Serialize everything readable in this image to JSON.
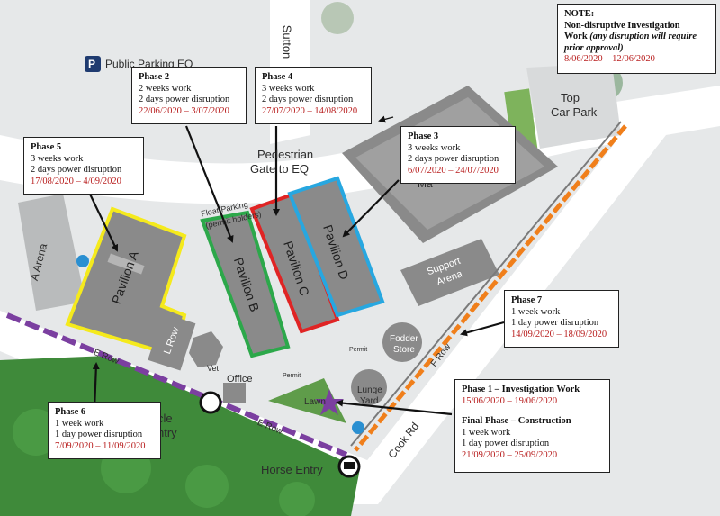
{
  "map_labels": {
    "public_parking": "Public Parking EQ",
    "parking_letter": "P",
    "sutton": "Sutton",
    "top_car_park_line1": "Top",
    "top_car_park_line2": "Car Park",
    "pedestrian_gate_line1": "Pedestrian",
    "pedestrian_gate_line2": "Gate to EQ",
    "float_parking_line1": "Float Parking",
    "float_parking_line2": "(permit holders)",
    "a_arena": "A Arena",
    "pavilion_a": "Pavilion A",
    "pavilion_b": "Pavilion B",
    "pavilion_c": "Pavilion C",
    "pavilion_d": "Pavilion D",
    "main_fragment": "Ma",
    "support_arena_line1": "Support",
    "support_arena_line2": "Arena",
    "l_row": "L Row",
    "vet": "Vet",
    "office": "Office",
    "permit_1": "Permit",
    "permit_2": "Permit",
    "fodder_store_line1": "Fodder",
    "fodder_store_line2": "Store",
    "lunge_yard_line1": "Lunge",
    "lunge_yard_line2": "Yard",
    "lawn": "Lawn",
    "e_row_top": "E Row",
    "e_row_bottom": "E Row",
    "f_row": "F Row",
    "cook_rd": "Cook Rd",
    "horse_entry": "Horse Entry",
    "vehicle_entry_line1": "cle",
    "vehicle_entry_line2": "ntry"
  },
  "note": {
    "title": "NOTE:",
    "line1": "Non-disruptive Investigation",
    "line2": "Work",
    "line2_italic": " (any disruption will require",
    "line3_italic": "prior approval)",
    "dates": "8/06/2020 – 12/06/2020"
  },
  "phases": [
    {
      "id": "phase2",
      "title": "Phase 2",
      "work": "2 weeks work",
      "disruption": "2 days power disruption",
      "dates": "22/06/2020 – 3/07/2020",
      "outline_color": "#2ca84a"
    },
    {
      "id": "phase4",
      "title": "Phase 4",
      "work": "3 weeks work",
      "disruption": "2 days power disruption",
      "dates": "27/07/2020 – 14/08/2020",
      "outline_color": "#e02424"
    },
    {
      "id": "phase3",
      "title": "Phase 3",
      "work": "3 weeks work",
      "disruption": "2 days power disruption",
      "dates": "6/07/2020 – 24/07/2020",
      "outline_color": "#27a7e0"
    },
    {
      "id": "phase5",
      "title": "Phase 5",
      "work": "3 weeks work",
      "disruption": "2 days power disruption",
      "dates": "17/08/2020 – 4/09/2020",
      "outline_color": "#f5ea1c"
    },
    {
      "id": "phase7",
      "title": "Phase 7",
      "work": "1 week work",
      "disruption": "1 day power disruption",
      "dates": "14/09/2020 – 18/09/2020",
      "outline_color": "#f07f1b"
    },
    {
      "id": "phase6",
      "title": "Phase 6",
      "work": "1 week work",
      "disruption": "1 day power disruption",
      "dates": "7/09/2020 – 11/09/2020",
      "outline_color": "#7b3fa0"
    }
  ],
  "phase1": {
    "title": "Phase 1 – Investigation Work",
    "dates": "15/06/2020 – 19/06/2020",
    "final_title": "Final Phase – Construction",
    "final_work": "1 week work",
    "final_disruption": "1 day power disruption",
    "final_dates": "21/09/2020 – 25/09/2020",
    "marker_color": "#7b3fa0"
  },
  "colors": {
    "building": "#8a8a8a",
    "road": "#ffffff",
    "ground": "#e4e6e7",
    "grass": "#3f8a3a",
    "lawn": "#5f9c4a",
    "date_red": "#b81d1d"
  }
}
